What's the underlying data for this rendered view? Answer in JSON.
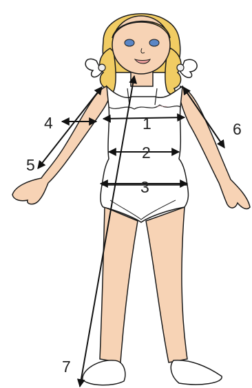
{
  "colors": {
    "skin": "#f7d3b5",
    "hair": "#f1cc63",
    "outline": "#1a1a1a",
    "clothing": "#ffffff",
    "arrow": "#111111",
    "eyes": "#5b86c5",
    "lips": "#e69a98",
    "trim": "#e0a0a8"
  },
  "measurements": [
    {
      "id": "1",
      "label": "1"
    },
    {
      "id": "2",
      "label": "2"
    },
    {
      "id": "3",
      "label": "3"
    },
    {
      "id": "4",
      "label": "4"
    },
    {
      "id": "5",
      "label": "5"
    },
    {
      "id": "6",
      "label": "6"
    },
    {
      "id": "7",
      "label": "7"
    }
  ]
}
